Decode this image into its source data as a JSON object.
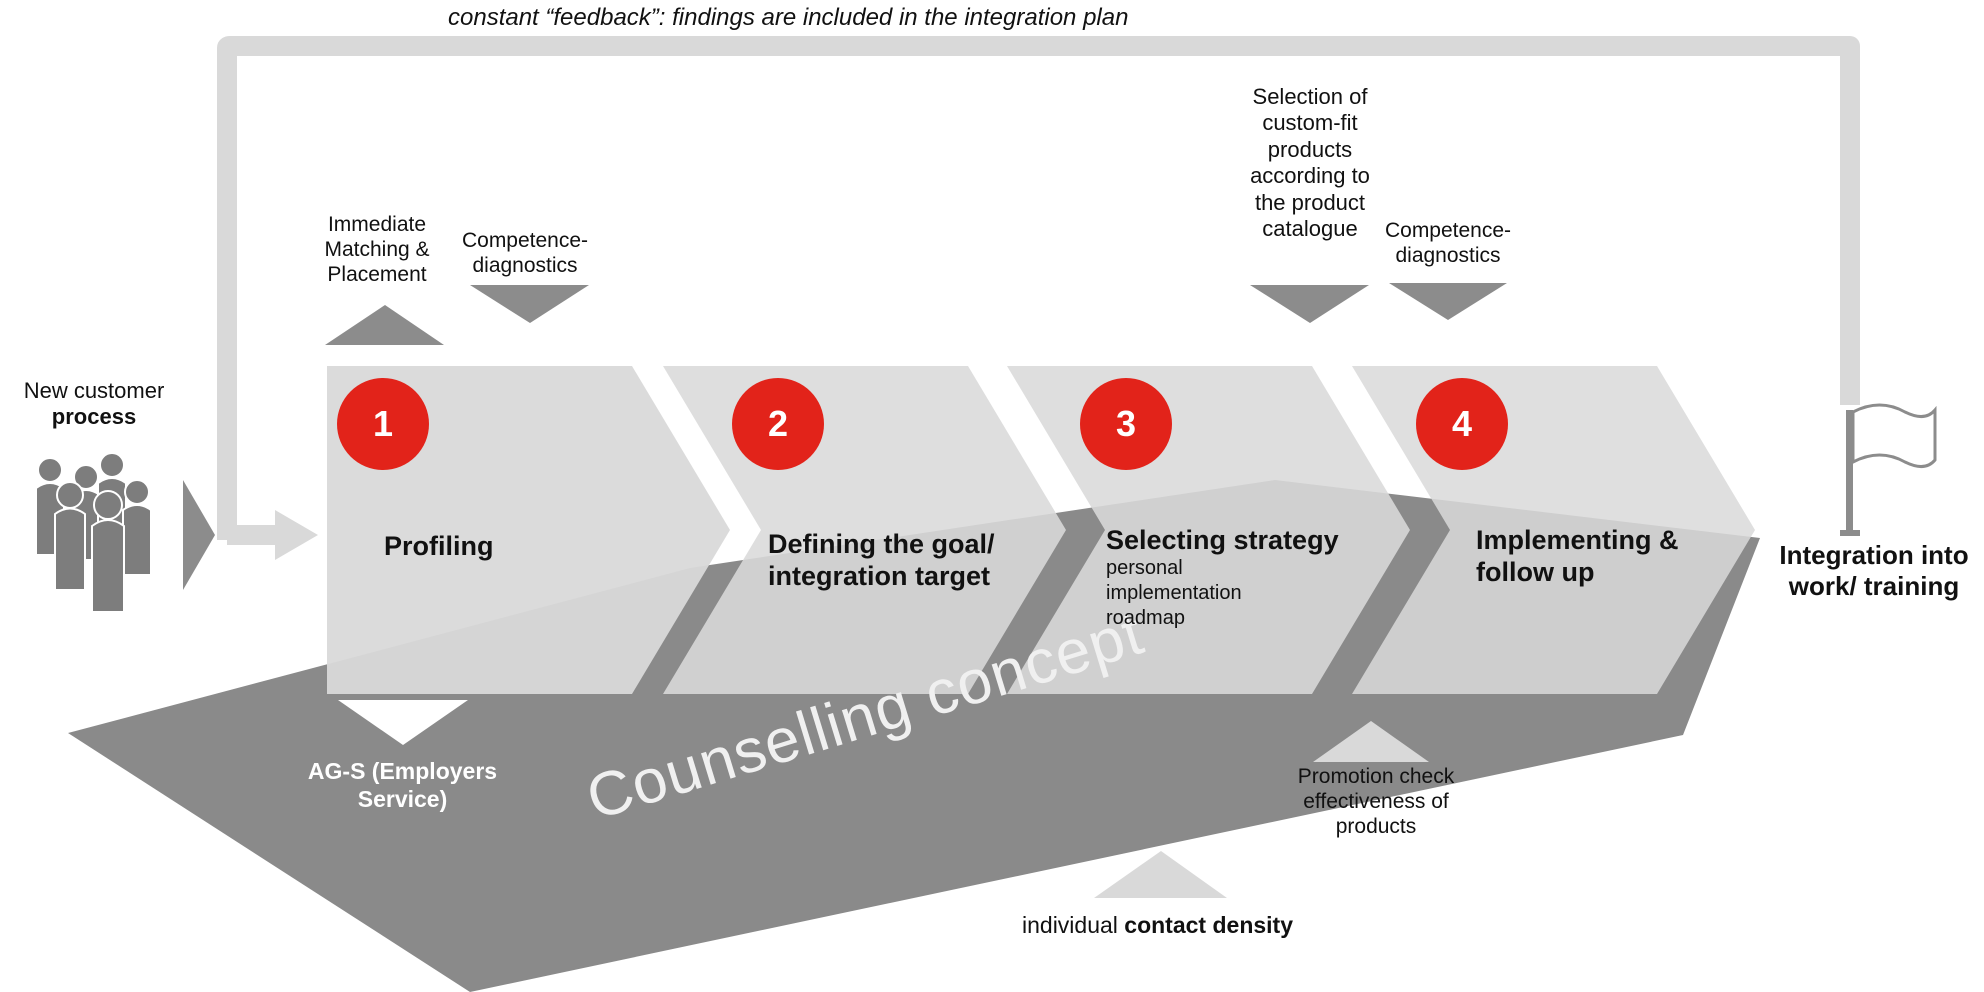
{
  "feedback_caption": "constant “feedback”: findings are included in the integration plan",
  "new_customer": {
    "line1": "New customer",
    "line2": "process"
  },
  "integration_end": {
    "line1": "Integration into",
    "line2": "work/ training"
  },
  "stages": [
    {
      "number": "1",
      "title": "Profiling",
      "subtitle": ""
    },
    {
      "number": "2",
      "title": "Defining the goal/ integration target",
      "subtitle": ""
    },
    {
      "number": "3",
      "title": "Selecting strategy",
      "subtitle": "personal implementation roadmap"
    },
    {
      "number": "4",
      "title": "Implementing & follow up",
      "subtitle": ""
    }
  ],
  "inputs_above": {
    "immediate_matching": "Immediate Matching & Placement",
    "competence_diag_1": "Competence-diagnostics",
    "selection_products": "Selection of custom-fit products according to the product catalogue",
    "competence_diag_2": "Competence-diagnostics"
  },
  "outputs_below": {
    "employers_service": "AG-S (Employers Service)",
    "promotion_check": "Promotion check effectiveness of products",
    "contact_density_prefix": "individual ",
    "contact_density_bold": "contact density"
  },
  "base_label": "Counselling concept",
  "colors": {
    "accent_red": "#e2231a",
    "base_gray": "#8a8a8a",
    "chevron_gray": "#d9d9d9",
    "feedback_gray": "#d9d9d9",
    "arrow_dark": "#8c8c8c"
  }
}
